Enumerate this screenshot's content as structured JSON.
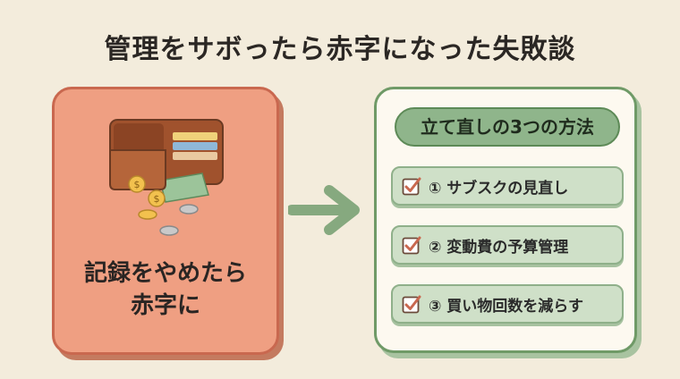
{
  "title": "管理をサボったら赤字になった失敗談",
  "left_card": {
    "caption_line1": "記録をやめたら",
    "caption_line2": "赤字に",
    "illustration": "open-wallet-with-falling-coins-icon"
  },
  "arrow_icon": "right-arrow-icon",
  "right_card": {
    "header": "立て直しの3つの方法",
    "items": [
      {
        "label": "① サブスクの見直し",
        "icon": "checkbox-checked-icon"
      },
      {
        "label": "② 変動費の予算管理",
        "icon": "checkbox-checked-icon"
      },
      {
        "label": "③ 買い物回数を減らす",
        "icon": "checkbox-checked-icon"
      }
    ]
  },
  "colors": {
    "background": "#f3ecdc",
    "left_card": "#ef9f82",
    "right_card_border": "#6f9a67",
    "item_fill": "#cfe0c8",
    "arrow": "#86a97f"
  }
}
